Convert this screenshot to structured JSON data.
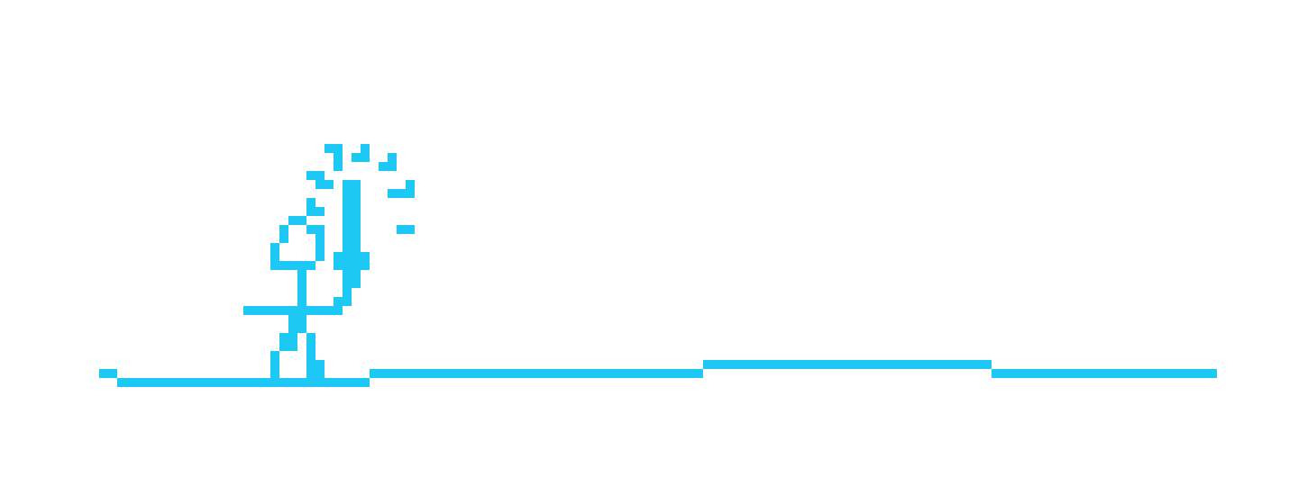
{
  "game": {
    "pixel_color": "#1ec8f5",
    "background_color": "#ffffff",
    "player_action": "sword-strike",
    "ground_segments": 5,
    "spark_count": 6
  }
}
